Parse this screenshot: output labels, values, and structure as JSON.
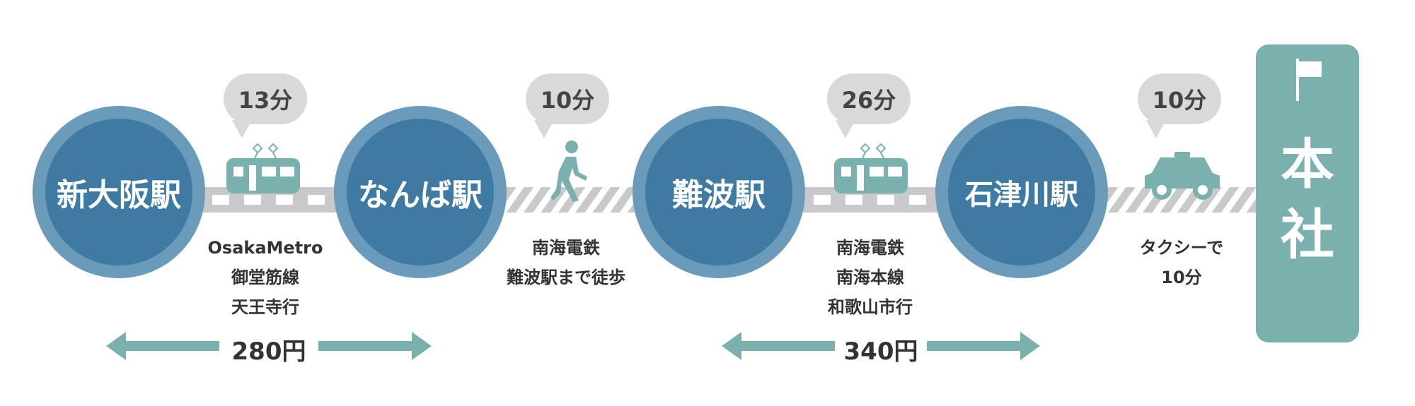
{
  "colors": {
    "station_outer": "#6a9bbb",
    "station_inner": "#3f7aa3",
    "teal": "#7ab1af",
    "track": "#c9c9cc",
    "bubble": "#d9d9d9",
    "text": "#333333"
  },
  "stations": [
    {
      "name": "新大阪駅"
    },
    {
      "name": "なんば駅"
    },
    {
      "name": "難波駅"
    },
    {
      "name": "石津川駅"
    }
  ],
  "segments": [
    {
      "mode": "train-icon",
      "time": "13分",
      "desc": [
        "OsakaMetro",
        "御堂筋線",
        "天王寺行"
      ]
    },
    {
      "mode": "walking-person-icon",
      "time": "10分",
      "desc": [
        "南海電鉄",
        "難波駅まで徒歩"
      ]
    },
    {
      "mode": "train-icon",
      "time": "26分",
      "desc": [
        "南海電鉄",
        "南海本線",
        "和歌山市行"
      ]
    },
    {
      "mode": "taxi-icon",
      "time": "10分",
      "desc": [
        "タクシーで",
        "10分"
      ]
    }
  ],
  "fares": [
    {
      "label": "280円"
    },
    {
      "label": "340円"
    }
  ],
  "destination": {
    "chars": [
      "本",
      "社"
    ],
    "icon": "flag-icon"
  }
}
